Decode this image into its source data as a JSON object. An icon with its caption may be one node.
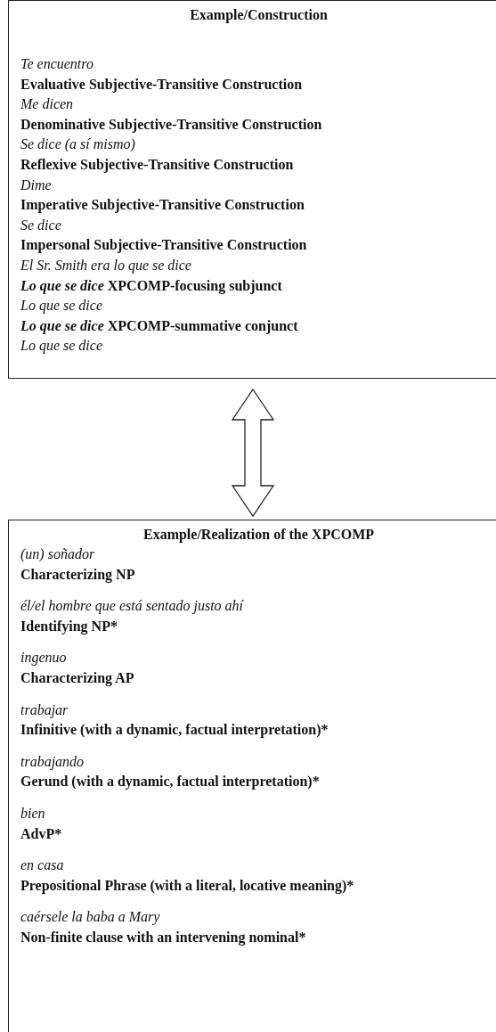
{
  "diagram": {
    "nodes": [
      {
        "text": [
          "Example/Construction",
          "Te encuentro",
          "Evaluative Subjective-Transitive Construction",
          "Me dicen",
          "Denominative Subjective-Transitive Construction",
          "Se dice (a sí mismo)",
          "Reflexive Subjective-Transitive Construction",
          "Dime",
          "Imperative Subjective-Transitive Construction",
          "Se dice",
          "Impersonal Subjective-Transitive Construction",
          "El Sr. Smith era lo que se dice",
          "*Lo que se dice* XPCOMP-focusing subjunct",
          "Lo que se dice",
          "*Lo que se dice* XPCOMP-summative conjunct",
          "Lo que se dice"
        ]
      },
      {
        "text": [
          "Example/Realization of the XPCOMP",
          "(un) soñador",
          "Characterizing NP",
          "él/el hombre que está sentado justo ahí",
          "Identifying NP*",
          "ingenuo",
          "Characterizing AP",
          "trabajar",
          "Infinitive (with a dynamic, factual interpretation)*",
          "trabajando",
          "Gerund (with a dynamic, factual interpretation)*",
          "bien",
          "AdvP*",
          "en casa",
          "Prepositional Phrase (with a literal, locative meaning)*",
          "caérsele la baba a Mary",
          "Non-finite clause with an intervening nominal*"
        ]
      }
    ],
    "edges": [
      {
        "from": 0,
        "to": 1,
        "arrow": "both"
      }
    ]
  }
}
